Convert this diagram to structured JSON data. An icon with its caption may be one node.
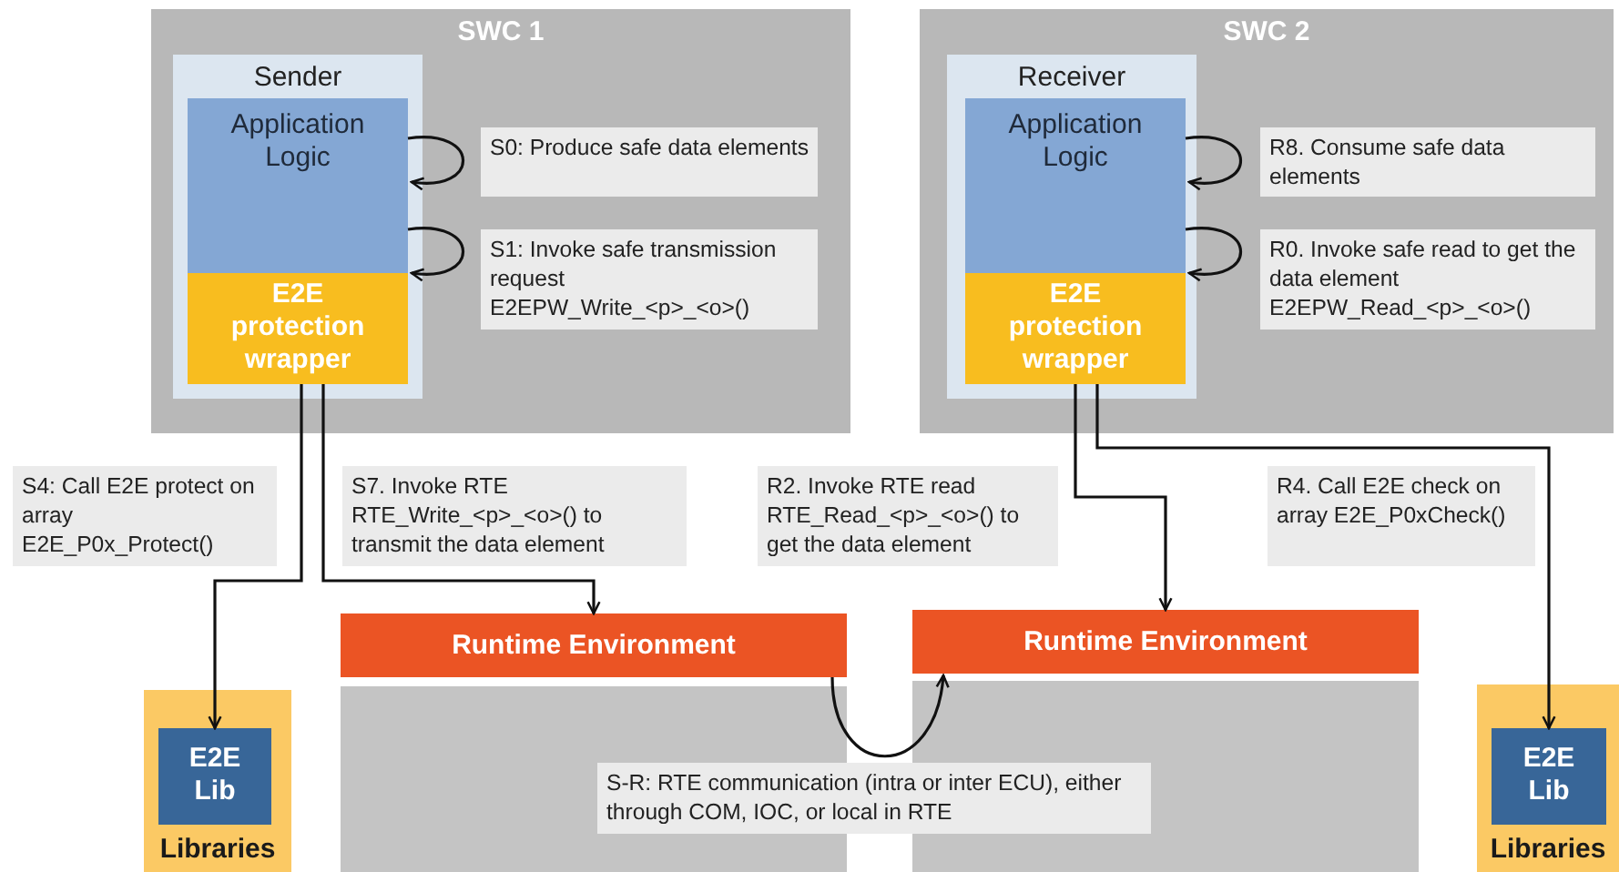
{
  "diagram": {
    "nodes": [
      {
        "text": [
          "SWC 1"
        ]
      },
      {
        "text": [
          "Sender"
        ],
        "in": 0
      },
      {
        "text": [
          "Application Logic"
        ],
        "in": 1
      },
      {
        "text": [
          "E2E protection wrapper"
        ],
        "in": 1
      },
      {
        "text": [
          "SWC 2"
        ]
      },
      {
        "text": [
          "Receiver"
        ],
        "in": 4
      },
      {
        "text": [
          "Application Logic"
        ],
        "in": 5
      },
      {
        "text": [
          "E2E protection wrapper"
        ],
        "in": 5
      },
      {
        "text": [
          "Runtime Environment"
        ]
      },
      {
        "text": [
          "Runtime Environment"
        ]
      },
      {
        "text": [
          "Libraries"
        ]
      },
      {
        "text": [
          "E2E Lib"
        ],
        "in": 10
      },
      {
        "text": [
          "Libraries"
        ]
      },
      {
        "text": [
          "E2E Lib"
        ],
        "in": 12
      }
    ],
    "edges": [
      {
        "from": 2,
        "to": 2,
        "arrow": "to"
      },
      {
        "from": 2,
        "to": 3,
        "arrow": "to"
      },
      {
        "from": 6,
        "to": 6,
        "arrow": "to"
      },
      {
        "from": 6,
        "to": 7,
        "arrow": "to"
      },
      {
        "from": 3,
        "to": 11,
        "arrow": "to"
      },
      {
        "from": 3,
        "to": 8,
        "arrow": "to"
      },
      {
        "from": 7,
        "to": 9,
        "arrow": "to"
      },
      {
        "from": 7,
        "to": 13,
        "arrow": "to"
      },
      {
        "from": 8,
        "to": 9,
        "arrow": "to"
      }
    ],
    "labels": [
      "S0: Produce safe data elements",
      "S1: Invoke safe transmission request E2EPW_Write_<p>_<o>()",
      "R8. Consume safe data elements",
      "R0. Invoke safe read to get the data element E2EPW_Read_<p>_<o>()",
      "S4: Call E2E protect on array E2E_P0x_Protect()",
      "S7. Invoke RTE RTE_Write_<p>_<o>() to transmit the data element",
      "R2. Invoke RTE read RTE_Read_<p>_<o>() to get the data element",
      "R4. Call E2E check on array E2E_P0xCheck()",
      "S-R: RTE communication (intra or inter ECU), either through COM, IOC, or local in RTE"
    ]
  }
}
